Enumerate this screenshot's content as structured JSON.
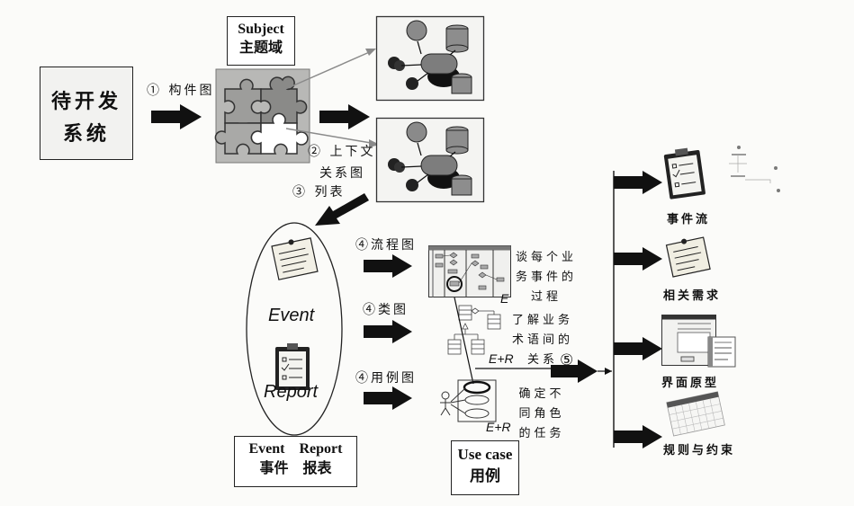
{
  "diagram": {
    "system_box": {
      "line1": "待开发",
      "line2": "系统"
    },
    "step1": {
      "num": "①",
      "label": "构件图"
    },
    "subject_box": {
      "en": "Subject",
      "cn": "主题域"
    },
    "step2": {
      "num": "②",
      "line1": "上下文",
      "line2": "关系图"
    },
    "step3": {
      "num": "③",
      "label": "列表"
    },
    "event_report_group": {
      "event_word": "Event",
      "report_word": "Report",
      "caption_en_event": "Event",
      "caption_en_report": "Report",
      "caption_cn_event": "事件",
      "caption_cn_report": "报表"
    },
    "step4_flow": {
      "num": "④",
      "label": "流程图",
      "note": [
        "谈每个业",
        "务事件的",
        "过程"
      ],
      "tag": "E"
    },
    "step4_class": {
      "num": "④",
      "label": "类图",
      "note": [
        "了解业务",
        "术语间的",
        "关系"
      ],
      "tag": "E+R"
    },
    "step4_usecase": {
      "num": "④",
      "label": "用例图",
      "note": [
        "确定不",
        "同角色",
        "的任务"
      ],
      "tag": "E+R"
    },
    "usecase_box": {
      "en": "Use case",
      "cn": "用例"
    },
    "step5": {
      "num": "⑤"
    },
    "outputs": [
      {
        "label": "事件流",
        "icon": "clipboard-checklist-icon"
      },
      {
        "label": "相关需求",
        "icon": "note-paper-icon"
      },
      {
        "label": "界面原型",
        "icon": "window-dialog-icon"
      },
      {
        "label": "规则与约束",
        "icon": "calendar-grid-icon"
      }
    ]
  },
  "colors": {
    "ink": "#111111",
    "puzzle_bg": "#b5b5b5",
    "puzzle_dark": "#8f8f8f",
    "puzzle_mid": "#a8a8a8",
    "thin_arrow": "#8a8a8a"
  }
}
